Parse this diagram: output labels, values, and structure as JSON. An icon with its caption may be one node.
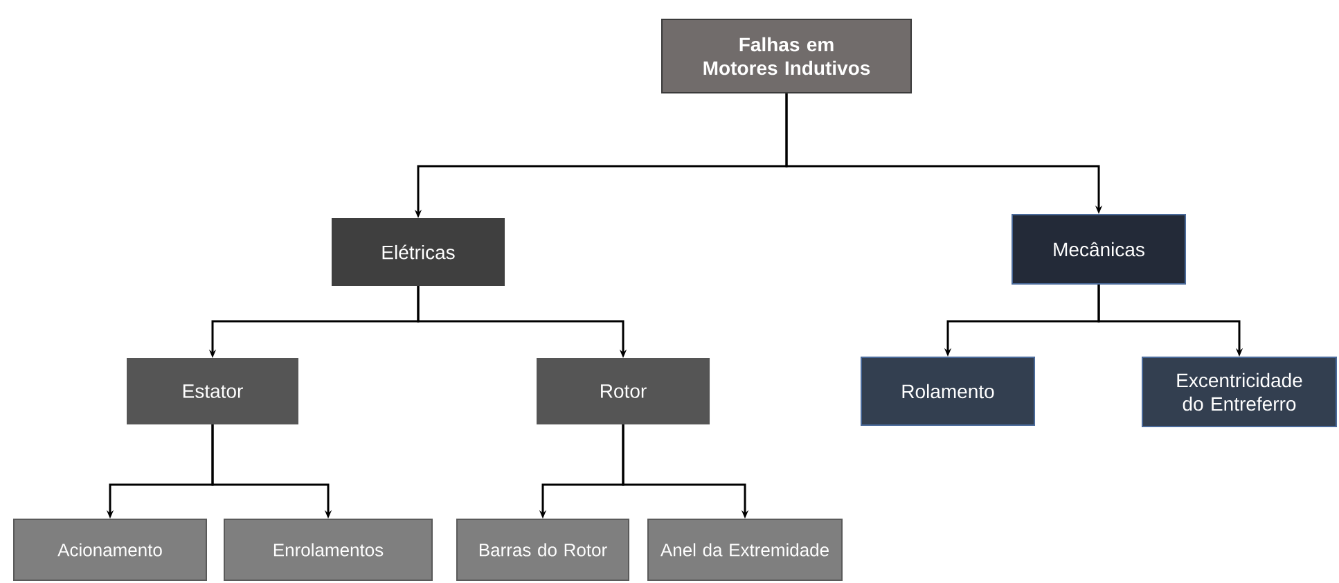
{
  "diagram": {
    "nodes": [
      {
        "text": [
          "Falhas em Motores Indutivos"
        ]
      },
      {
        "text": [
          "Elétricas"
        ]
      },
      {
        "text": [
          "Mecânicas"
        ]
      },
      {
        "text": [
          "Estator"
        ]
      },
      {
        "text": [
          "Rotor"
        ]
      },
      {
        "text": [
          "Rolamento"
        ]
      },
      {
        "text": [
          "Excentricidade do Entreferro"
        ]
      },
      {
        "text": [
          "Acionamento"
        ]
      },
      {
        "text": [
          "Enrolamentos"
        ]
      },
      {
        "text": [
          "Barras do Rotor"
        ]
      },
      {
        "text": [
          "Anel da Extremidade"
        ]
      }
    ],
    "edges": [
      {
        "from": 0,
        "to": 1,
        "arrow": "to"
      },
      {
        "from": 0,
        "to": 2,
        "arrow": "to"
      },
      {
        "from": 1,
        "to": 3,
        "arrow": "to"
      },
      {
        "from": 1,
        "to": 4,
        "arrow": "to"
      },
      {
        "from": 2,
        "to": 5,
        "arrow": "to"
      },
      {
        "from": 2,
        "to": 6,
        "arrow": "to"
      },
      {
        "from": 3,
        "to": 7,
        "arrow": "to"
      },
      {
        "from": 3,
        "to": 8,
        "arrow": "to"
      },
      {
        "from": 4,
        "to": 9,
        "arrow": "to"
      },
      {
        "from": 4,
        "to": 10,
        "arrow": "to"
      }
    ]
  }
}
